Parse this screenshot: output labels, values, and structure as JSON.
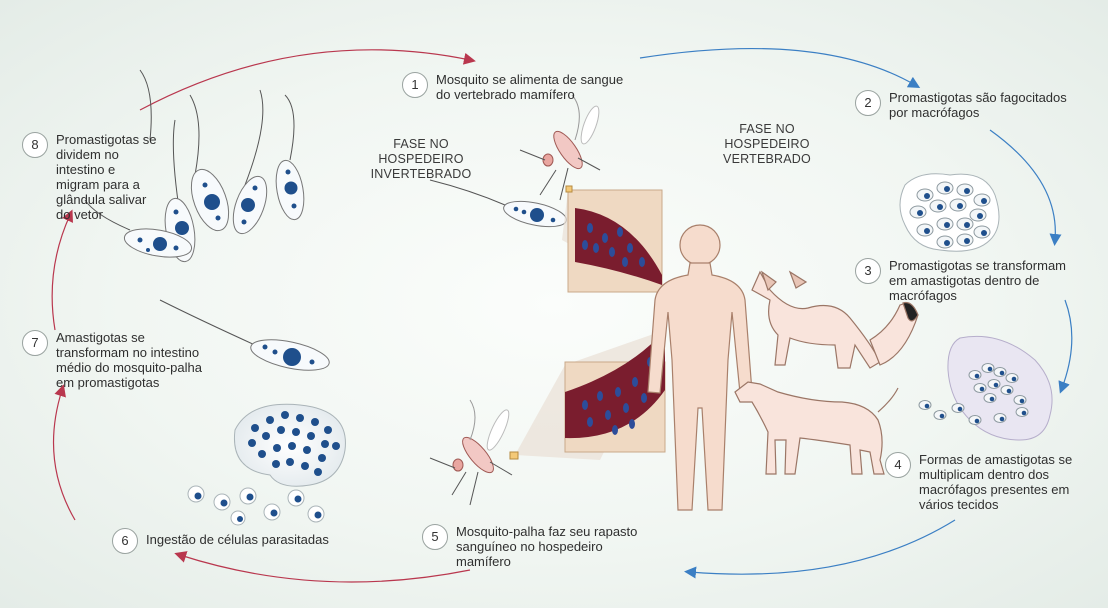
{
  "phases": {
    "invertebrate": [
      "FASE NO",
      "HOSPEDEIRO",
      "INVERTEBRADO"
    ],
    "vertebrate": [
      "FASE NO",
      "HOSPEDEIRO",
      "VERTEBRADO"
    ]
  },
  "steps": [
    {
      "num": "1",
      "lines": [
        "Mosquito se alimenta de sangue",
        "do vertebrado mamífero"
      ]
    },
    {
      "num": "2",
      "lines": [
        "Promastigotas são fagocitados",
        "por macrófagos"
      ]
    },
    {
      "num": "3",
      "lines": [
        "Promastigotas se transformam",
        "em amastigotas dentro de",
        "macrófagos"
      ]
    },
    {
      "num": "4",
      "lines": [
        "Formas de amastigotas se",
        "multiplicam dentro dos",
        "macrófagos presentes em",
        "vários tecidos"
      ]
    },
    {
      "num": "5",
      "lines": [
        "Mosquito-palha faz seu rapasto",
        "sanguíneo no hospedeiro",
        "mamífero"
      ]
    },
    {
      "num": "6",
      "lines": [
        "Ingestão de células parasitadas"
      ]
    },
    {
      "num": "7",
      "lines": [
        "Amastigotas se",
        "transformam no intestino",
        "médio do mosquito-palha",
        "em promastigotas"
      ]
    },
    {
      "num": "8",
      "lines": [
        "Promastigotas se",
        "dividem no",
        "intestino e",
        "migram para a",
        "glândula salivar",
        "do vetor"
      ]
    }
  ],
  "colors": {
    "arrow_red": "#b9374e",
    "arrow_blue": "#3b7fc4",
    "parasite_blue": "#1f4f8c",
    "tissue": "#7a1d2e",
    "skin": "#f6dccd"
  }
}
